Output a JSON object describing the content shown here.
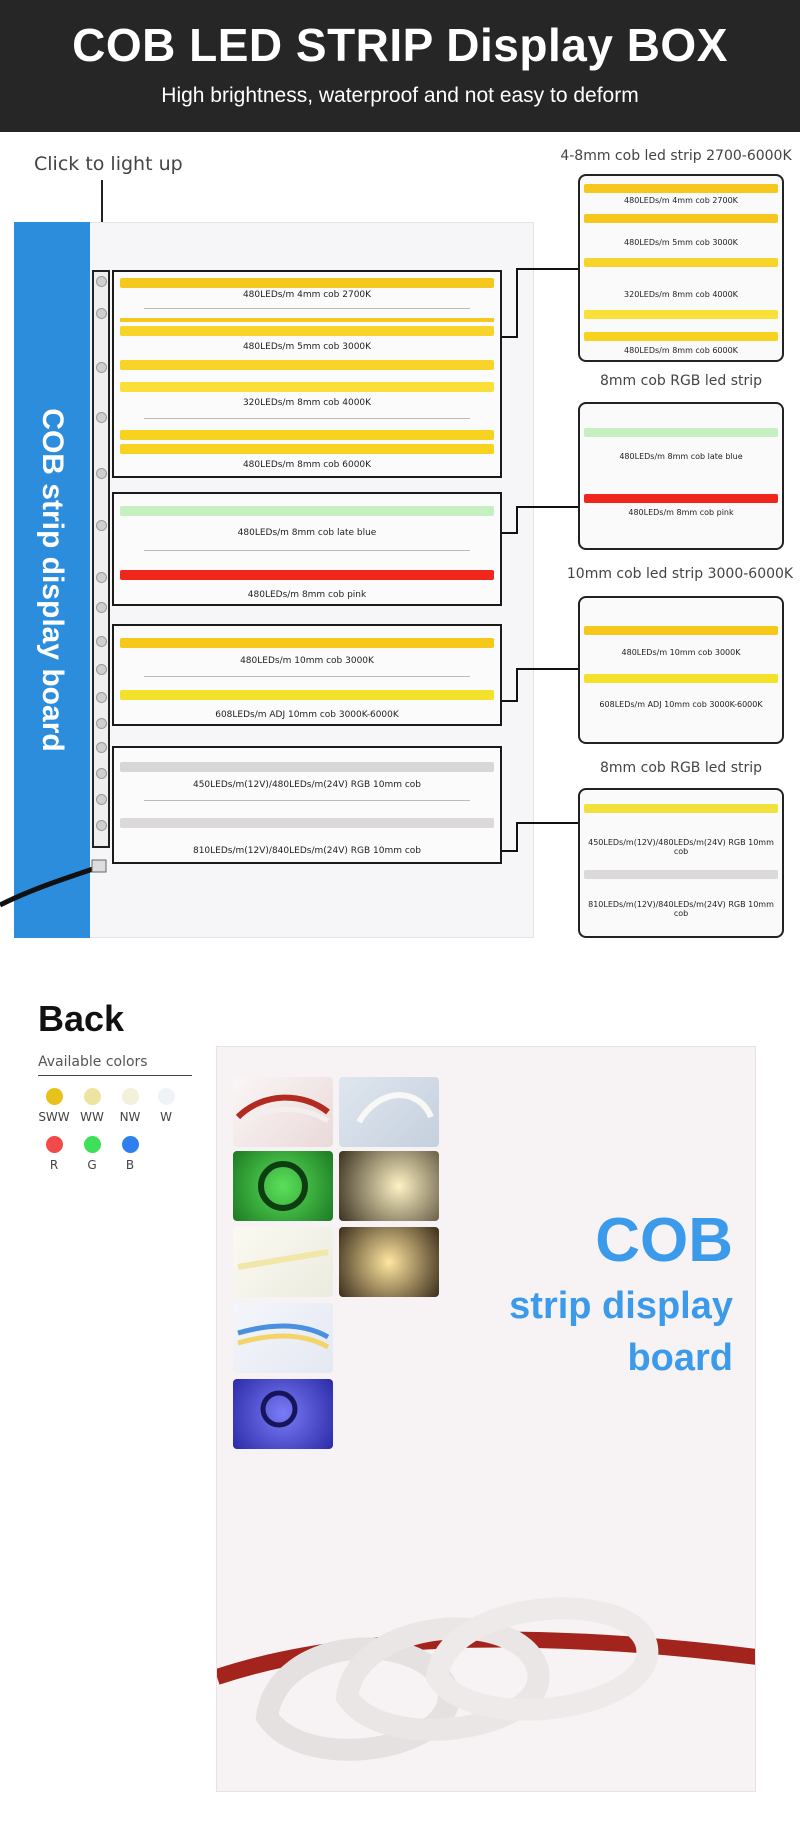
{
  "header": {
    "title": "COB LED STRIP Display BOX",
    "subtitle": "High brightness, waterproof and not easy to deform"
  },
  "front": {
    "click_label": "Click to light up",
    "side_text": "COB strip display board",
    "groups": [
      {
        "strips": [
          {
            "label": "480LEDs/m 4mm cob 2700K",
            "color": "#f6c81e"
          },
          {
            "label": "480LEDs/m 5mm cob 3000K",
            "color": "#f8d42a"
          },
          {
            "label": "320LEDs/m 8mm cob 4000K",
            "color": "#f9df38"
          },
          {
            "label": "480LEDs/m 8mm cob 6000K",
            "color": "#f7d21f"
          }
        ]
      },
      {
        "strips": [
          {
            "label": "480LEDs/m 8mm cob late blue",
            "color": "#c6f0c2"
          },
          {
            "label": "480LEDs/m 8mm cob pink",
            "color": "#f0261c"
          }
        ]
      },
      {
        "strips": [
          {
            "label": "480LEDs/m 10mm cob 3000K",
            "color": "#f5c81a"
          },
          {
            "label": "608LEDs/m ADJ 10mm cob 3000K-6000K",
            "color": "#f3e12a"
          }
        ]
      },
      {
        "strips": [
          {
            "label": "450LEDs/m(12V)/480LEDs/m(24V) RGB 10mm cob",
            "color": "#d9d6d8"
          },
          {
            "label": "810LEDs/m(12V)/840LEDs/m(24V) RGB 10mm cob",
            "color": "#dcd9db"
          }
        ]
      }
    ]
  },
  "cards": [
    {
      "title": "4-8mm cob led strip  2700-6000K",
      "strips": [
        {
          "label": "480LEDs/m 4mm cob 2700K",
          "color": "#f6c81e"
        },
        {
          "label": "480LEDs/m 5mm cob 3000K",
          "color": "#f8d42a"
        },
        {
          "label": "320LEDs/m 8mm cob 4000K",
          "color": "#f9df38"
        },
        {
          "label": "480LEDs/m 8mm cob 6000K",
          "color": "#f7d21f"
        }
      ]
    },
    {
      "title": "8mm cob RGB led strip",
      "strips": [
        {
          "label": "480LEDs/m 8mm cob late blue",
          "color": "#c6f0c2"
        },
        {
          "label": "480LEDs/m 8mm cob pink",
          "color": "#f0261c"
        }
      ]
    },
    {
      "title": "10mm cob led strip 3000-6000K",
      "strips": [
        {
          "label": "480LEDs/m 10mm cob 3000K",
          "color": "#f5c81a"
        },
        {
          "label": "608LEDs/m ADJ 10mm cob 3000K-6000K",
          "color": "#f3e12a"
        }
      ]
    },
    {
      "title": "8mm cob RGB led strip",
      "strips": [
        {
          "label": "450LEDs/m(12V)/480LEDs/m(24V) RGB 10mm cob",
          "color": "#f0e23a"
        },
        {
          "label": "810LEDs/m(12V)/840LEDs/m(24V) RGB 10mm cob",
          "color": "#dcd9db"
        }
      ]
    }
  ],
  "back": {
    "title": "Back",
    "colors_title": "Available  colors",
    "swatches": [
      {
        "label": "SWW",
        "color": "#e8c21a"
      },
      {
        "label": "WW",
        "color": "#efe3a0"
      },
      {
        "label": "NW",
        "color": "#f3f1d9"
      },
      {
        "label": "W",
        "color": "#eef4f6"
      },
      {
        "label": "R",
        "color": "#f04a4a"
      },
      {
        "label": "G",
        "color": "#3ee05a"
      },
      {
        "label": "B",
        "color": "#2f7ff0"
      }
    ],
    "poster": {
      "line1": "COB",
      "line2": "strip  display",
      "line3": "board"
    }
  },
  "colors": {
    "header_bg": "#262626",
    "board_blue": "#2c8ddc",
    "poster_blue": "#3b9bea"
  }
}
